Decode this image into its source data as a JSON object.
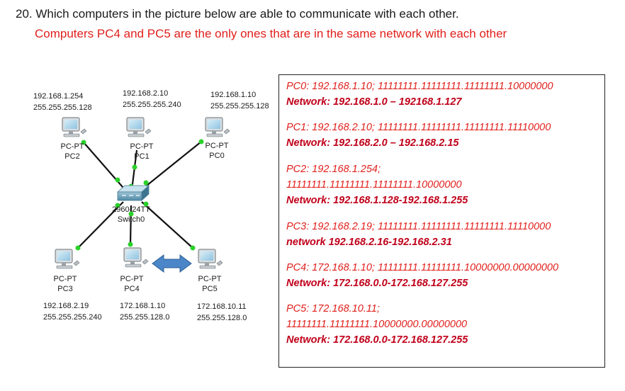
{
  "question": "20. Which computers in the picture below are able to communicate with each other.",
  "answer": "Computers PC4 and PC5 are the only ones that are in the same network with each other",
  "devices": {
    "pc2": {
      "ip": "192.168.1.254",
      "mask": "255.255.255.128",
      "type": "PC-PT",
      "name": "PC2"
    },
    "pc1": {
      "ip": "192.168.2.10",
      "mask": "255.255.255.240",
      "type": "PC-PT",
      "name": "PC1"
    },
    "pc0": {
      "ip": "192.168.1.10",
      "mask": "255.255.255.128",
      "type": "PC-PT",
      "name": "PC0"
    },
    "pc3": {
      "ip": "192.168.2.19",
      "mask": "255.255.255.240",
      "type": "PC-PT",
      "name": "PC3"
    },
    "pc4": {
      "ip": "172.168.1.10",
      "mask": "255.255.128.0",
      "type": "PC-PT",
      "name": "PC4"
    },
    "pc5": {
      "ip": "172.168.10.11",
      "mask": "255.255.128.0",
      "type": "PC-PT",
      "name": "PC5"
    },
    "switch": {
      "model": "2960-24TT",
      "name": "Switch0"
    }
  },
  "colors": {
    "link_dot": "#2bd12b",
    "arrow": "#4a86c8",
    "note_red": "#e0201c",
    "note_bold": "#c0001a"
  },
  "notes": [
    {
      "text": "PC0: 192.168.1.10; 11111111.11111111.11111111.10000000",
      "style": "red"
    },
    {
      "text": "Network: 192.168.1.0 – 192168.1.127",
      "style": "bold"
    },
    {
      "text": "PC1: 192.168.2.10; 11111111.11111111.11111111.11110000",
      "style": "red"
    },
    {
      "text": "Network: 192.168.2.0 – 192.168.2.15",
      "style": "bold"
    },
    {
      "text": "PC2: 192.168.1.254;",
      "style": "red"
    },
    {
      "text": "11111111.11111111.11111111.10000000",
      "style": "red"
    },
    {
      "text": "Network: 192.168.1.128-192.168.1.255",
      "style": "bold"
    },
    {
      "text": "PC3: 192.168.2.19; 11111111.11111111.11111111.11110000",
      "style": "red"
    },
    {
      "text": "network 192.168.2.16-192.168.2.31",
      "style": "bold"
    },
    {
      "text": "PC4: 172.168.1.10; 11111111.11111111.10000000.00000000",
      "style": "red"
    },
    {
      "text": "Network: 172.168.0.0-172.168.127.255",
      "style": "bold"
    },
    {
      "text": "PC5: 172.168.10.11;",
      "style": "red"
    },
    {
      "text": "11111111.11111111.10000000.00000000",
      "style": "red"
    },
    {
      "text": "Network: 172.168.0.0-172.168.127.255",
      "style": "bold"
    }
  ]
}
